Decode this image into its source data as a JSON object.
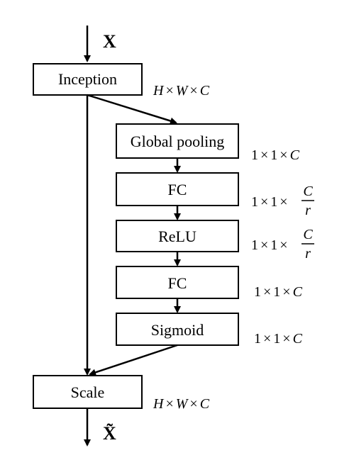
{
  "input_label": "X",
  "output_label": "X̃",
  "blocks": {
    "inception": "Inception",
    "global_pooling": "Global pooling",
    "fc1": "FC",
    "relu": "ReLU",
    "fc2": "FC",
    "sigmoid": "Sigmoid",
    "scale": "Scale"
  },
  "dimensions": {
    "inception": {
      "h": "H",
      "w": "W",
      "c": "C",
      "times": "×"
    },
    "global_pooling": {
      "a": "1",
      "b": "1",
      "c": "C",
      "times": "×"
    },
    "fc1": {
      "a": "1",
      "b": "1",
      "num": "C",
      "den": "r",
      "times": "×"
    },
    "relu": {
      "a": "1",
      "b": "1",
      "num": "C",
      "den": "r",
      "times": "×"
    },
    "fc2": {
      "a": "1",
      "b": "1",
      "c": "C",
      "times": "×"
    },
    "sigmoid": {
      "a": "1",
      "b": "1",
      "c": "C",
      "times": "×"
    },
    "scale": {
      "h": "H",
      "w": "W",
      "c": "C",
      "times": "×"
    }
  },
  "colors": {
    "stroke": "#000000",
    "fill": "#ffffff",
    "text": "#000000"
  }
}
